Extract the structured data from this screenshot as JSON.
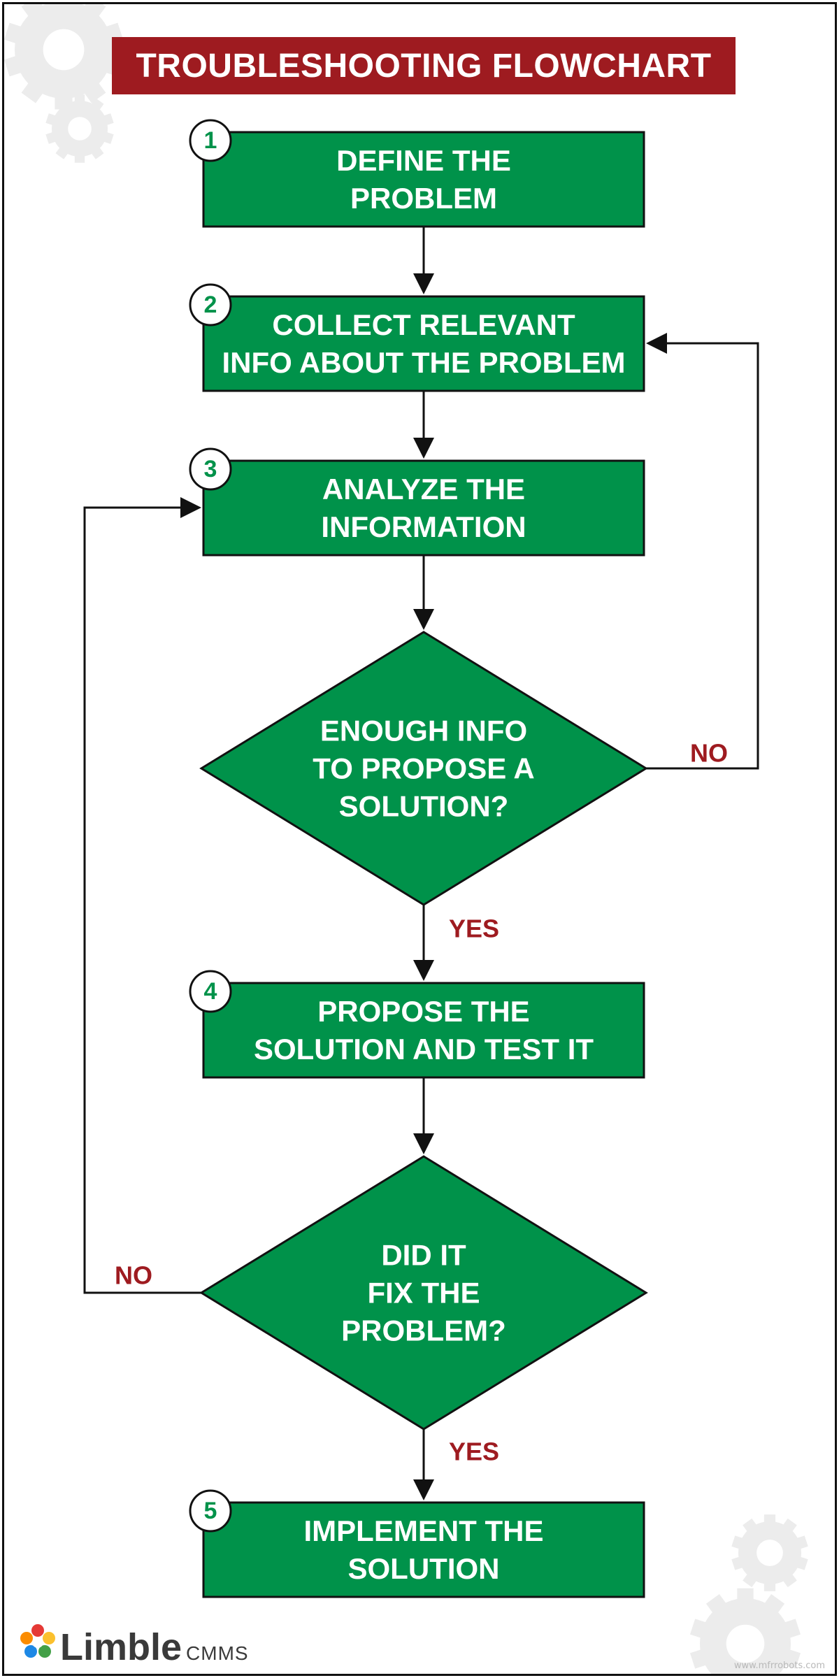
{
  "title": "TROUBLESHOOTING FLOWCHART",
  "colors": {
    "box": "#00924a",
    "title_bg": "#9e1b20",
    "edge_label": "#9e1b20",
    "badge_text": "#00924a",
    "gear": "#ececec"
  },
  "steps": [
    {
      "id": "define",
      "number": "1",
      "lines": [
        "DEFINE THE",
        "PROBLEM"
      ]
    },
    {
      "id": "collect",
      "number": "2",
      "lines": [
        "COLLECT RELEVANT",
        "INFO ABOUT THE PROBLEM"
      ]
    },
    {
      "id": "analyze",
      "number": "3",
      "lines": [
        "ANALYZE THE",
        "INFORMATION"
      ]
    },
    {
      "id": "propose",
      "number": "4",
      "lines": [
        "PROPOSE THE",
        "SOLUTION AND TEST IT"
      ]
    },
    {
      "id": "implement",
      "number": "5",
      "lines": [
        "IMPLEMENT THE",
        "SOLUTION"
      ]
    }
  ],
  "decisions": [
    {
      "id": "enough-info",
      "lines": [
        "ENOUGH INFO",
        "TO PROPOSE A",
        "SOLUTION?"
      ]
    },
    {
      "id": "did-it-fix",
      "lines": [
        "DID IT",
        "FIX THE",
        "PROBLEM?"
      ]
    }
  ],
  "edges": [
    {
      "from": "define",
      "to": "collect",
      "label": ""
    },
    {
      "from": "collect",
      "to": "analyze",
      "label": ""
    },
    {
      "from": "analyze",
      "to": "enough-info",
      "label": ""
    },
    {
      "from": "enough-info",
      "to": "collect",
      "label": "NO"
    },
    {
      "from": "enough-info",
      "to": "propose",
      "label": "YES"
    },
    {
      "from": "propose",
      "to": "did-it-fix",
      "label": ""
    },
    {
      "from": "did-it-fix",
      "to": "analyze",
      "label": "NO"
    },
    {
      "from": "did-it-fix",
      "to": "implement",
      "label": "YES"
    }
  ],
  "brand": {
    "name": "Limble",
    "suffix": "CMMS"
  },
  "watermark": "www.mfrrobots.com"
}
